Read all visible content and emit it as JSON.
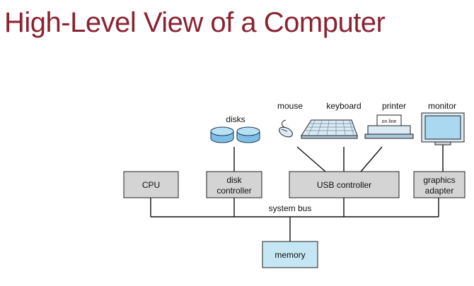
{
  "slide": {
    "title": "High-Level View of a Computer"
  },
  "diagram": {
    "components": {
      "cpu": "CPU",
      "disk_controller_line1": "disk",
      "disk_controller_line2": "controller",
      "usb_controller": "USB controller",
      "graphics_adapter_line1": "graphics",
      "graphics_adapter_line2": "adapter",
      "memory": "memory"
    },
    "devices": {
      "disks": "disks",
      "mouse": "mouse",
      "keyboard": "keyboard",
      "printer": "printer",
      "printer_status": "on line",
      "monitor": "monitor"
    },
    "bus_label": "system bus",
    "colors": {
      "title": "#8b2331",
      "component_fill": "#d4d4d4",
      "memory_fill": "#c5e6f3",
      "disk_fill": "#a9d8f0",
      "device_fill": "#dbeaf3"
    }
  }
}
